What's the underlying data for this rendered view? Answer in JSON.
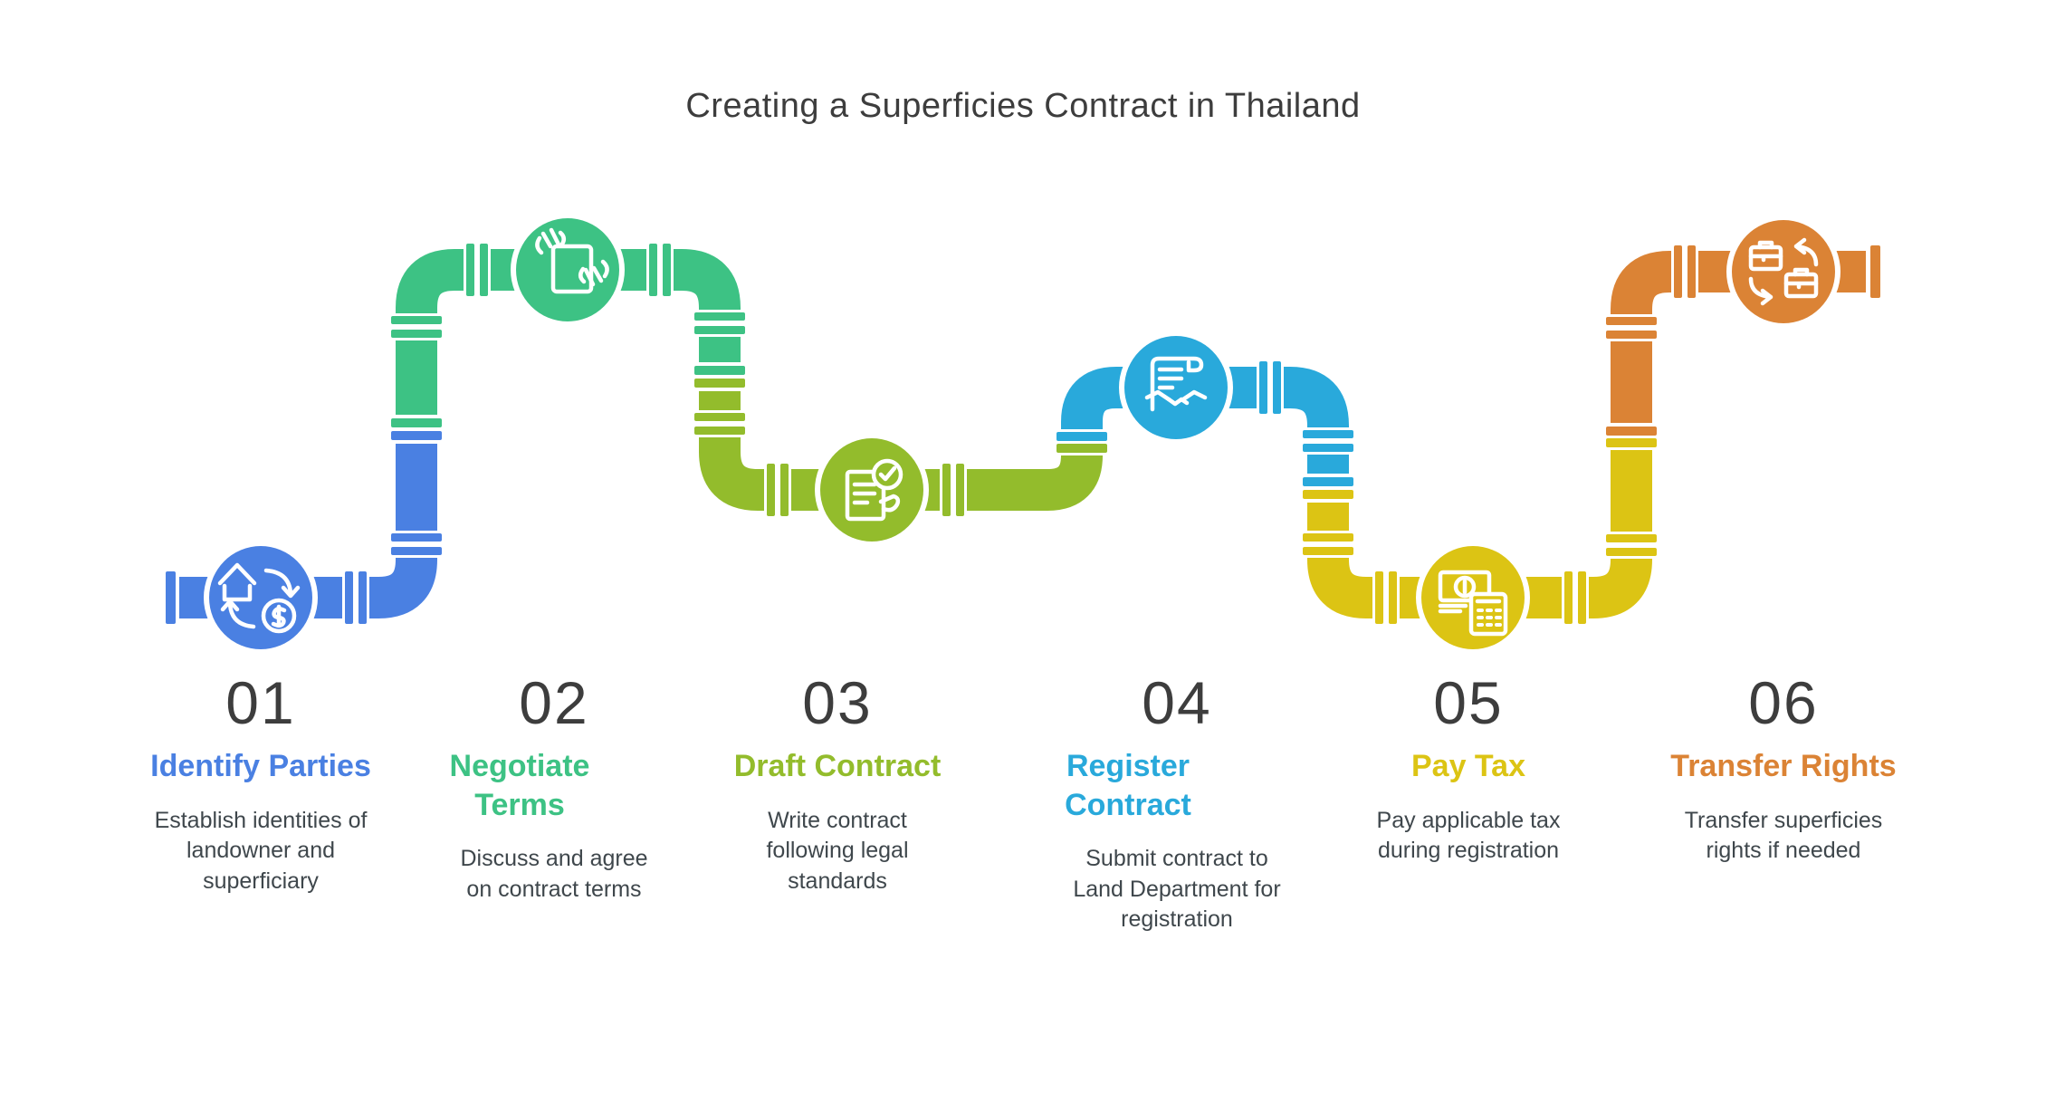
{
  "title": "Creating a Superficies Contract in Thailand",
  "steps": [
    {
      "number": "01",
      "title": "Identify Parties",
      "description": "Establish identities of landowner and superficiary",
      "color": "#4A80E2",
      "icon": "home-dollar-exchange-icon"
    },
    {
      "number": "02",
      "title": "Negotiate Terms",
      "description": "Discuss and agree on contract terms",
      "color": "#3DC284",
      "icon": "hands-holding-document-icon"
    },
    {
      "number": "03",
      "title": "Draft Contract",
      "description": "Write contract following legal standards",
      "color": "#93BC2C",
      "icon": "document-check-icon"
    },
    {
      "number": "04",
      "title": "Register Contract",
      "description": "Submit contract to Land Department for registration",
      "color": "#29A9DB",
      "icon": "contract-handshake-icon"
    },
    {
      "number": "05",
      "title": "Pay Tax",
      "description": "Pay applicable tax during registration",
      "color": "#DCC414",
      "icon": "money-calculator-icon"
    },
    {
      "number": "06",
      "title": "Transfer Rights",
      "description": "Transfer superficies rights if needed",
      "color": "#DB8335",
      "icon": "briefcase-exchange-icon"
    }
  ],
  "text_colors": {
    "number": "#3d3d3d",
    "description": "#3f474c",
    "main_title": "#3d3d3d"
  }
}
